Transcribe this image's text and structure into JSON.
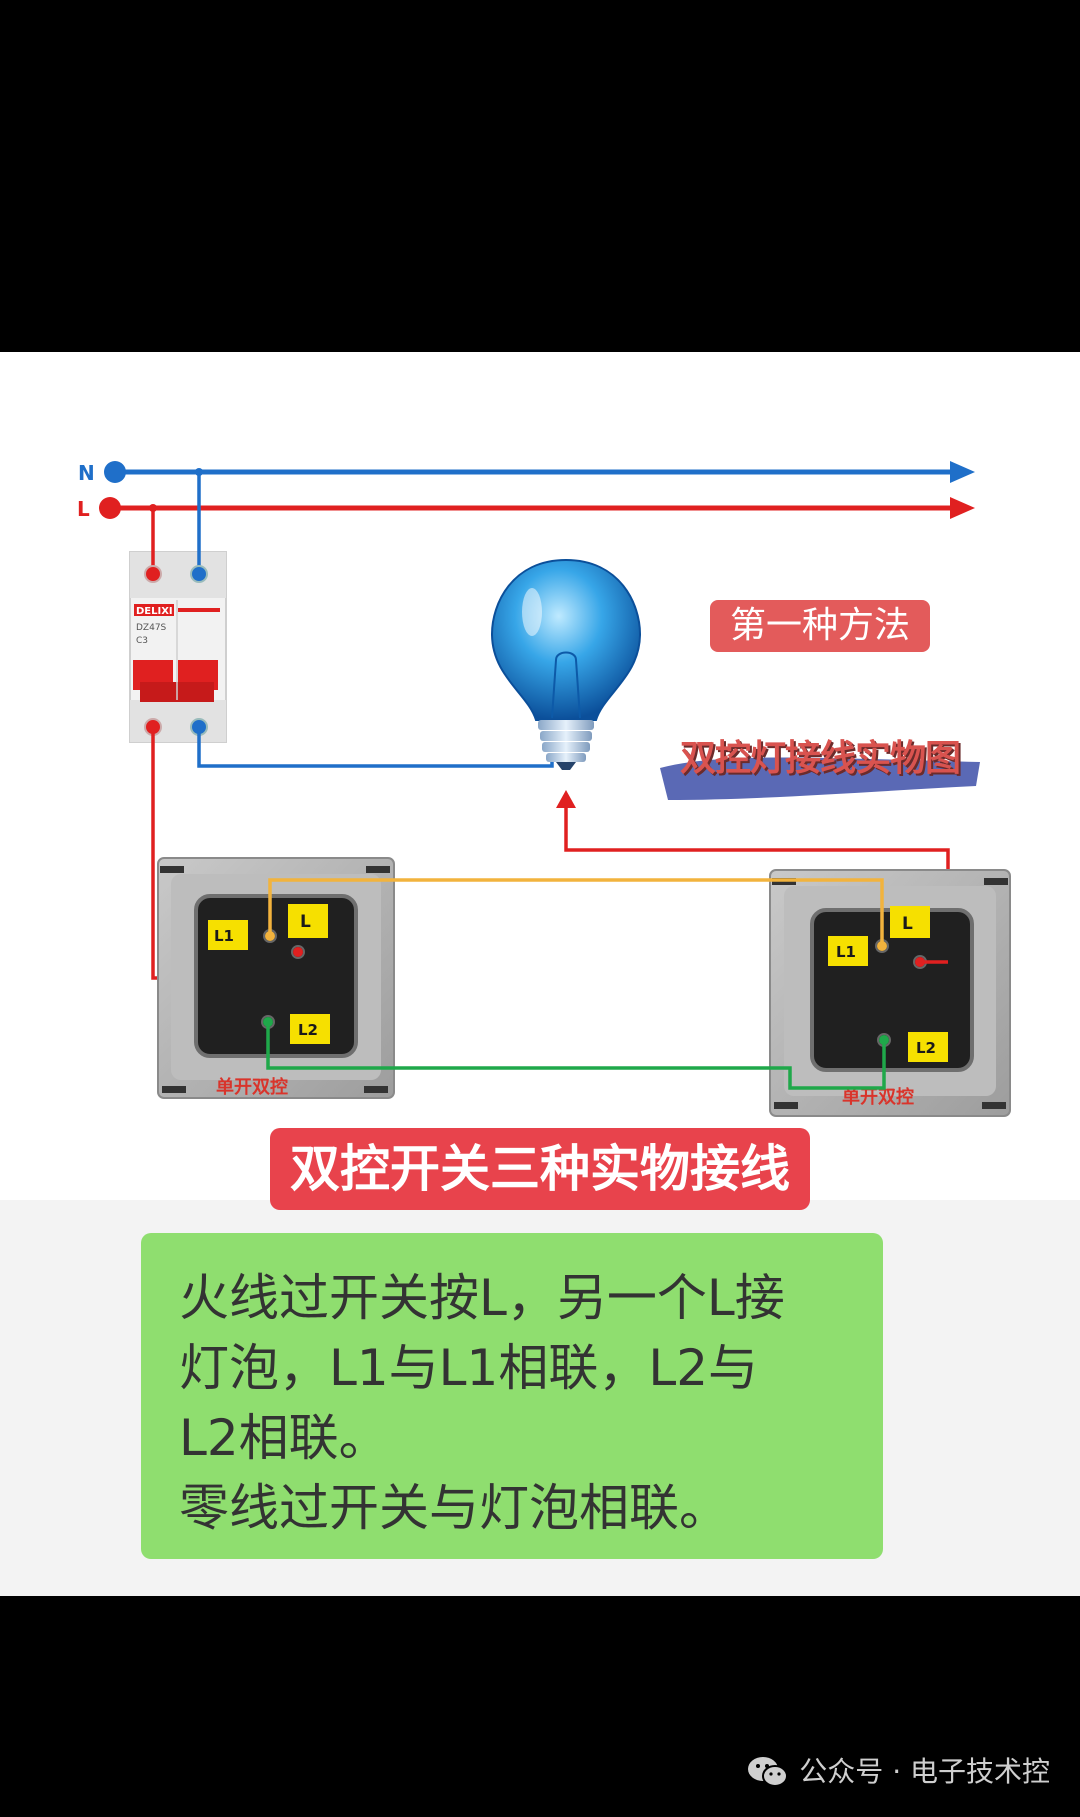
{
  "wire_labels": {
    "neutral": "N",
    "live": "L"
  },
  "breaker": {
    "brand": "DELIXI",
    "model": "DZ47S",
    "rating": "C3"
  },
  "switch_left": {
    "terminal_l1": "L1",
    "terminal_l": "L",
    "terminal_l2": "L2",
    "caption": "单开双控"
  },
  "switch_right": {
    "terminal_l1": "L1",
    "terminal_l": "L",
    "terminal_l2": "L2",
    "caption": "单开双控"
  },
  "method_tag": "第一种方法",
  "diagram_title": "双控灯接线实物图",
  "banner_title": "双控开关三种实物接线",
  "note_lines": [
    "火线过开关按L，另一个L接",
    "灯泡，L1与L1相联，L2与",
    "L2相联。",
    "零线过开关与灯泡相联。"
  ],
  "footer": {
    "text": "公众号 · 电子技术控"
  },
  "colors": {
    "neutral_wire": "#1f6fc9",
    "live_wire": "#e02020",
    "traveler_l1": "#f2b33d",
    "traveler_l2": "#1fa84a",
    "terminal_label": "#f6e000",
    "banner": "#e8434c",
    "note_box": "#8fde6f"
  }
}
